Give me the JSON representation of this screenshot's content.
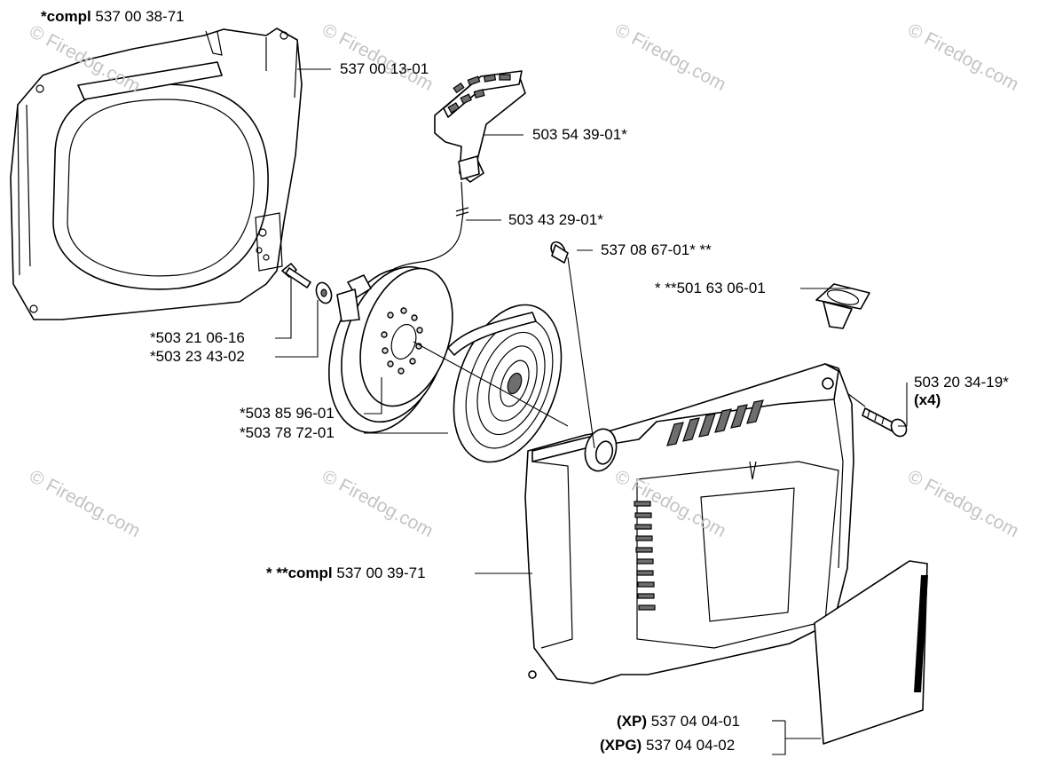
{
  "watermark": {
    "text": "© Firedog.com"
  },
  "labels": {
    "fan_housing_compl": {
      "bold": "*compl",
      "text": " 537 00 38-71"
    },
    "fan_housing": {
      "text": "537 00 13-01"
    },
    "starter_handle": {
      "text": "503 54 39-01*"
    },
    "starter_rope": {
      "text": "503 43 29-01*"
    },
    "bushing": {
      "text": "537 08 67-01* **"
    },
    "grommet": {
      "text": "* **501 63 06-01"
    },
    "screw_center": {
      "text": "*503 21 06-16"
    },
    "washer": {
      "text": "*503 23 43-02"
    },
    "rope_pulley": {
      "text": "*503 85 96-01"
    },
    "recoil_spring": {
      "text": "*503 78 72-01"
    },
    "cover_screw": {
      "text": "503 20 34-19*"
    },
    "cover_screw_qty": {
      "text": "(x4)"
    },
    "starter_cover_compl": {
      "bold": "* **compl",
      "text": " 537 00 39-71"
    },
    "decal_xp": {
      "bold": "(XP)",
      "text": " 537 04 04-01"
    },
    "decal_xpg": {
      "bold": "(XPG)",
      "text": " 537 04 04-02"
    }
  }
}
